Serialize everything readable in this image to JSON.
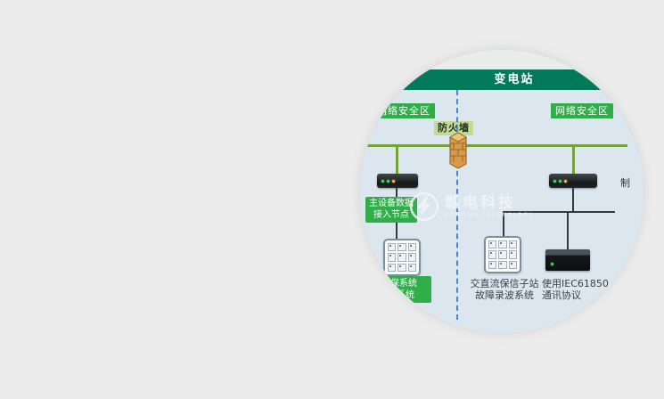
{
  "diagram": {
    "title": "变电站",
    "zone_left": "网络安全区",
    "zone_right": "网络安全区",
    "firewall_label": "防火墙",
    "access_node": {
      "line1": "主设备数据",
      "line2": "接入节点"
    },
    "edge_fragment": "制",
    "device_labels": {
      "left": {
        "line1": "保系统",
        "line2": "系统"
      },
      "middle": {
        "line1": "交直流保信子站",
        "line2": "故障录波系统"
      },
      "right": {
        "line1": "使用IEC61850",
        "line2": "通讯协议"
      }
    },
    "watermark": {
      "cn": "赣电科技",
      "en": "GANDIAN TECHNOLOGY"
    },
    "colors": {
      "header_green": "#03795c",
      "label_green": "#2fae49",
      "bus_line_green": "#74a23a",
      "boundary_dashed_blue": "#4a86c8",
      "canvas_blue": "#dbe6ef",
      "page_background": "#ececec"
    }
  }
}
